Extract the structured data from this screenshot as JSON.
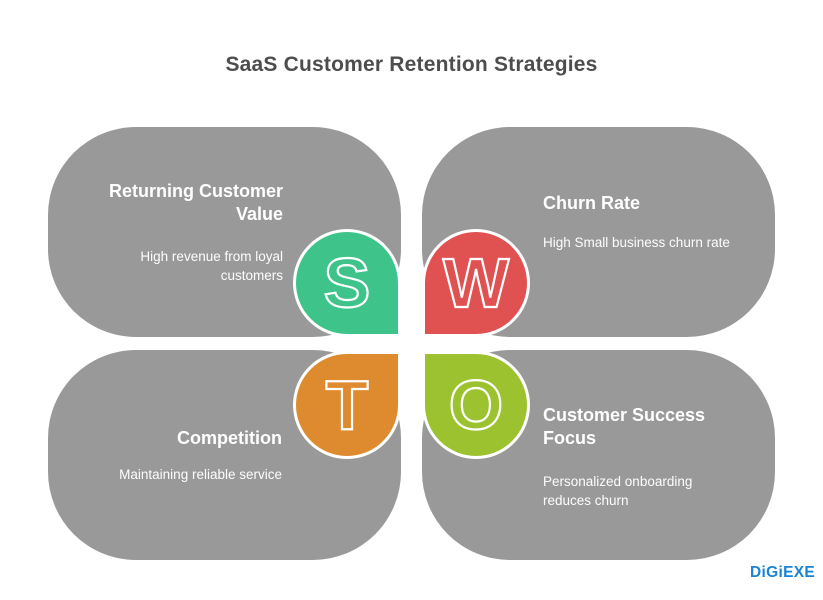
{
  "title": "SaaS Customer Retention Strategies",
  "quadrants": [
    {
      "position": "top-left",
      "letter": "S",
      "heading": "Returning Customer Value",
      "body": "High revenue from loyal customers",
      "circle_color": "#3ec38b"
    },
    {
      "position": "top-right",
      "letter": "W",
      "heading": "Churn Rate",
      "body": "High Small business churn rate",
      "circle_color": "#e05151"
    },
    {
      "position": "bottom-left",
      "letter": "T",
      "heading": "Competition",
      "body": "Maintaining reliable service",
      "circle_color": "#de8a2e"
    },
    {
      "position": "bottom-right",
      "letter": "O",
      "heading": "Customer Success Focus",
      "body": "Personalized onboarding reduces churn",
      "circle_color": "#9cc230"
    }
  ],
  "colors": {
    "panel_gray": "#999999",
    "title_text": "#4d4d4d",
    "panel_text": "#ffffff",
    "logo_blue": "#1a83d6"
  },
  "logo": {
    "text": "DiGiEXE"
  }
}
